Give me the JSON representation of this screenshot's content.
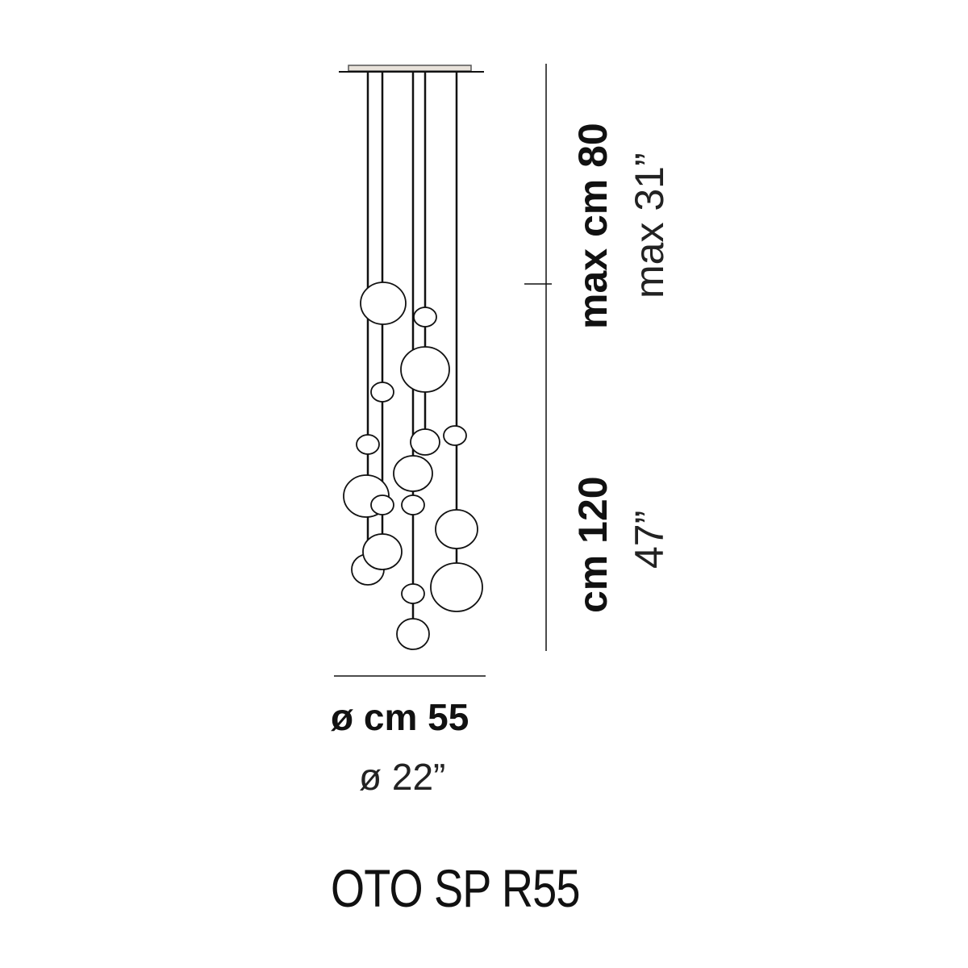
{
  "dimensions": {
    "height_max_cm": "max cm 80",
    "height_max_in": "max 31”",
    "height_cord_cm": "cm 120",
    "height_cord_in": "47”",
    "diameter_cm": "ø cm 55",
    "diameter_in": "ø 22”"
  },
  "product": {
    "name": "OTO SP R55"
  },
  "colors": {
    "line": "#111111",
    "canopy_fill": "#e8e2da",
    "globe_fill": "#ffffff"
  }
}
